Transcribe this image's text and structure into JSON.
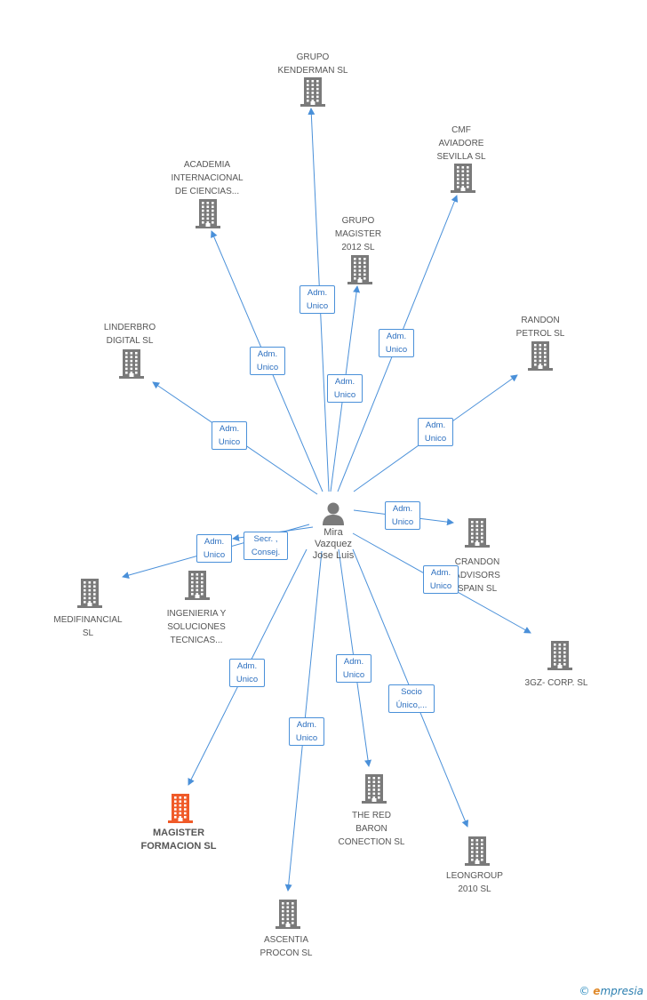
{
  "center": {
    "name": "Mira\nVazquez\nJose Luis"
  },
  "colors": {
    "edge": "#4a90d9",
    "building": "#7a7a7a",
    "highlight": "#f05a28",
    "badge_text": "#2c6fbf"
  },
  "companies": [
    {
      "id": "kenderman",
      "label": "GRUPO\nKENDERMAN SL",
      "highlight": false
    },
    {
      "id": "cmf",
      "label": "CMF\nAVIADORE\nSEVILLA SL",
      "highlight": false
    },
    {
      "id": "academia",
      "label": "ACADEMIA\nINTERNACIONAL\nDE CIENCIAS...",
      "highlight": false
    },
    {
      "id": "magister2012",
      "label": "GRUPO\nMAGISTER\n2012 SL",
      "highlight": false
    },
    {
      "id": "linderbro",
      "label": "LINDERBRO\nDIGITAL SL",
      "highlight": false
    },
    {
      "id": "randon",
      "label": "RANDON\nPETROL SL",
      "highlight": false
    },
    {
      "id": "crandon",
      "label": "CRANDON\nADVISORS\nSPAIN SL",
      "highlight": false
    },
    {
      "id": "medifinancial",
      "label": "MEDIFINANCIAL\nSL",
      "highlight": false
    },
    {
      "id": "ingenieria",
      "label": "INGENIERIA Y\nSOLUCIONES\nTECNICAS...",
      "highlight": false
    },
    {
      "id": "3gz",
      "label": "3GZ- CORP. SL",
      "highlight": false
    },
    {
      "id": "magisterform",
      "label": "MAGISTER\nFORMACION SL",
      "highlight": true
    },
    {
      "id": "redbaron",
      "label": "THE RED\nBARON\nCONECTION SL",
      "highlight": false
    },
    {
      "id": "leongroup",
      "label": "LEONGROUP\n2010 SL",
      "highlight": false
    },
    {
      "id": "ascentia",
      "label": "ASCENTIA\nPROCON SL",
      "highlight": false
    }
  ],
  "relations": [
    {
      "to": "kenderman",
      "label": "Adm.\nUnico"
    },
    {
      "to": "cmf",
      "label": "Adm.\nUnico"
    },
    {
      "to": "academia",
      "label": "Adm.\nUnico"
    },
    {
      "to": "magister2012",
      "label": "Adm.\nUnico"
    },
    {
      "to": "linderbro",
      "label": "Adm.\nUnico"
    },
    {
      "to": "randon",
      "label": "Adm.\nUnico"
    },
    {
      "to": "crandon",
      "label": "Adm.\nUnico"
    },
    {
      "to": "medifinancial",
      "label": "Adm.\nUnico"
    },
    {
      "to": "ingenieria",
      "label": "Secr. ,\nConsej."
    },
    {
      "to": "3gz",
      "label": "Adm.\nUnico"
    },
    {
      "to": "magisterform",
      "label": "Adm.\nUnico"
    },
    {
      "to": "redbaron",
      "label": "Adm.\nUnico"
    },
    {
      "to": "leongroup",
      "label": "Socio\nÚnico,..."
    },
    {
      "to": "ascentia",
      "label": "Adm.\nUnico"
    }
  ],
  "brand": {
    "copyright": "©",
    "e": "e",
    "rest": "mpresia"
  }
}
